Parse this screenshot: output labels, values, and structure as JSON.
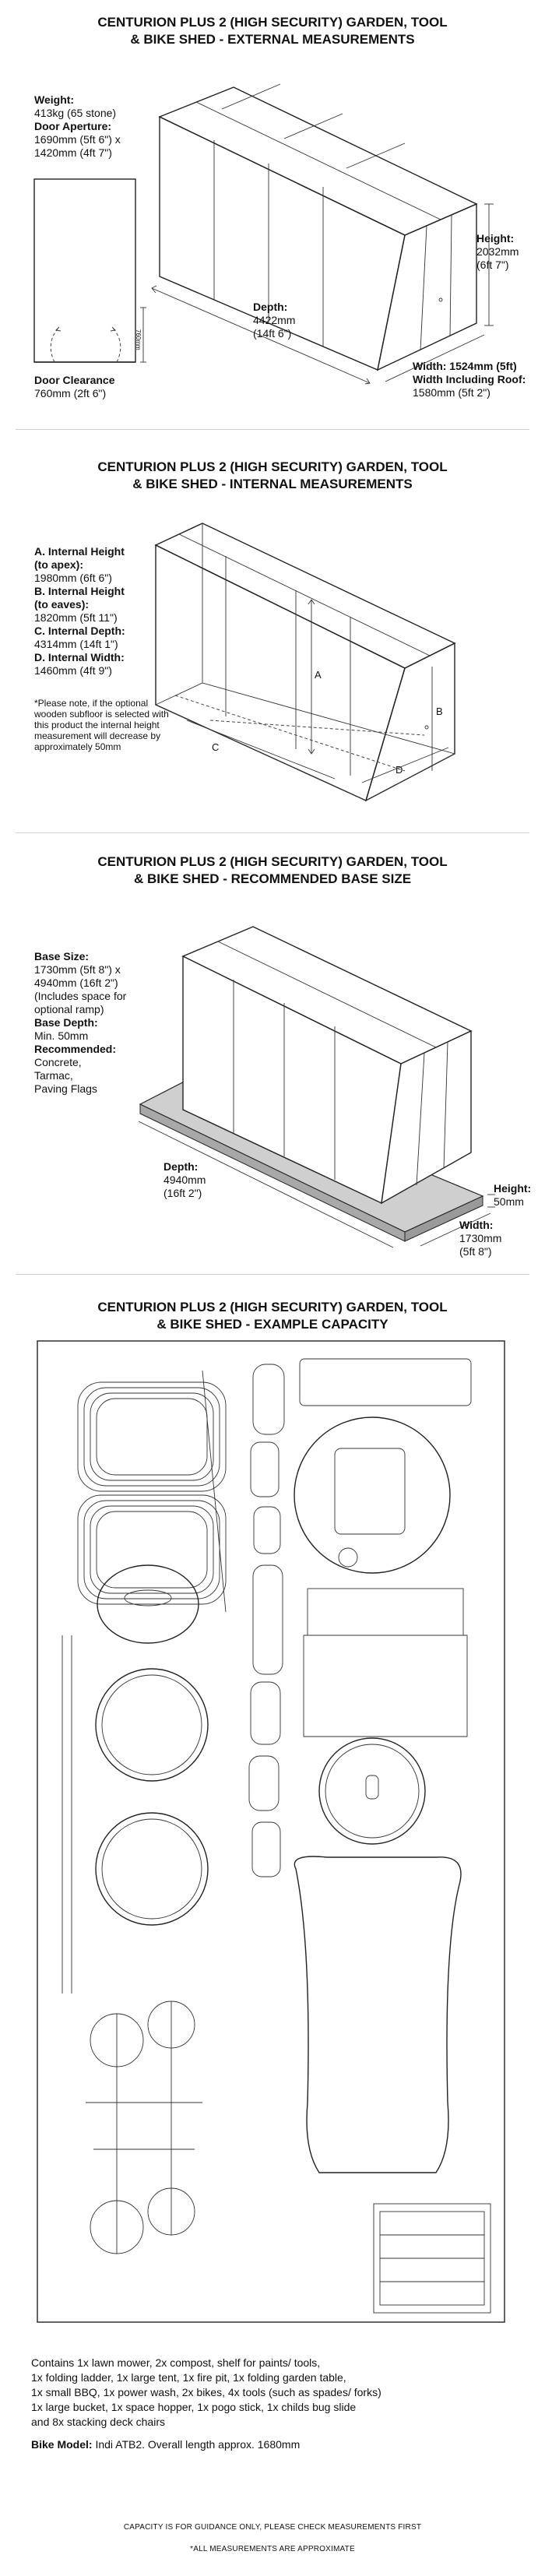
{
  "external": {
    "title_line1": "CENTURION PLUS 2 (HIGH SECURITY) GARDEN, TOOL",
    "title_line2": "& BIKE SHED - EXTERNAL MEASUREMENTS",
    "weight_label": "Weight:",
    "weight_value": "413kg (65 stone)",
    "door_aperture_label": "Door Aperture:",
    "door_aperture_line1": "1690mm (5ft 6\") x",
    "door_aperture_line2": "1420mm (4ft 7\")",
    "door_clearance_label": "Door Clearance",
    "door_clearance_value": "760mm (2ft 6\")",
    "door_dim_small": "760mm",
    "depth_label": "Depth:",
    "depth_line1": "4422mm",
    "depth_line2": "(14ft 6\")",
    "height_label": "Height:",
    "height_line1": "2032mm",
    "height_line2": "(6ft 7\")",
    "width_text": "Width: 1524mm (5ft)",
    "width_roof_label": "Width Including Roof:",
    "width_roof_value": "1580mm (5ft 2\")"
  },
  "internal": {
    "title_line1": "CENTURION PLUS 2 (HIGH SECURITY) GARDEN, TOOL",
    "title_line2": "& BIKE SHED - INTERNAL MEASUREMENTS",
    "a_label_line1": "A. Internal Height",
    "a_label_line2": "(to apex):",
    "a_value": "1980mm (6ft 6\")",
    "b_label_line1": "B. Internal Height",
    "b_label_line2": "(to eaves):",
    "b_value": "1820mm (5ft 11\")",
    "c_label": "C. Internal Depth:",
    "c_value": "4314mm (14ft 1\")",
    "d_label": "D. Internal Width:",
    "d_value": "1460mm (4ft 9\")",
    "note": "*Please note, if the optional wooden subfloor is selected with this product the internal height measurement will decrease by approximately 50mm",
    "letter_a": "A",
    "letter_b": "B",
    "letter_c": "C",
    "letter_d": "D"
  },
  "base": {
    "title_line1": "CENTURION PLUS 2 (HIGH SECURITY) GARDEN, TOOL",
    "title_line2": "& BIKE SHED - RECOMMENDED BASE SIZE",
    "base_size_label": "Base Size:",
    "base_line1": "1730mm (5ft 8\") x",
    "base_line2": "4940mm (16ft 2\")",
    "base_line3": "(Includes space for",
    "base_line4": "optional ramp)",
    "base_depth_label": "Base Depth:",
    "base_depth_value": "Min. 50mm",
    "recommended_label": "Recommended:",
    "rec_line1": "Concrete,",
    "rec_line2": "Tarmac,",
    "rec_line3": "Paving Flags",
    "depth_label": "Depth:",
    "depth_line1": "4940mm",
    "depth_line2": "(16ft 2\")",
    "height_label": "Height:",
    "height_value": "50mm",
    "width_label": "Width:",
    "width_line1": "1730mm",
    "width_line2": "(5ft 8\")"
  },
  "capacity": {
    "title_line1": "CENTURION PLUS 2 (HIGH SECURITY) GARDEN, TOOL",
    "title_line2": "& BIKE SHED - EXAMPLE CAPACITY",
    "contains_line1": "Contains 1x lawn mower, 2x compost, shelf for paints/ tools,",
    "contains_line2": "1x folding ladder, 1x large tent, 1x fire pit, 1x folding garden table,",
    "contains_line3": "1x small BBQ, 1x power wash, 2x bikes, 4x tools (such as spades/ forks)",
    "contains_line4": "1x large bucket, 1x space hopper, 1x pogo stick, 1x childs bug slide",
    "contains_line5": "and 8x stacking deck chairs",
    "bike_model_label": "Bike Model:",
    "bike_model_value": "Indi ATB2. Overall length approx. 1680mm",
    "footer1": "CAPACITY IS FOR GUIDANCE ONLY, PLEASE CHECK MEASUREMENTS FIRST",
    "footer2": "*ALL MEASUREMENTS ARE APPROXIMATE"
  }
}
